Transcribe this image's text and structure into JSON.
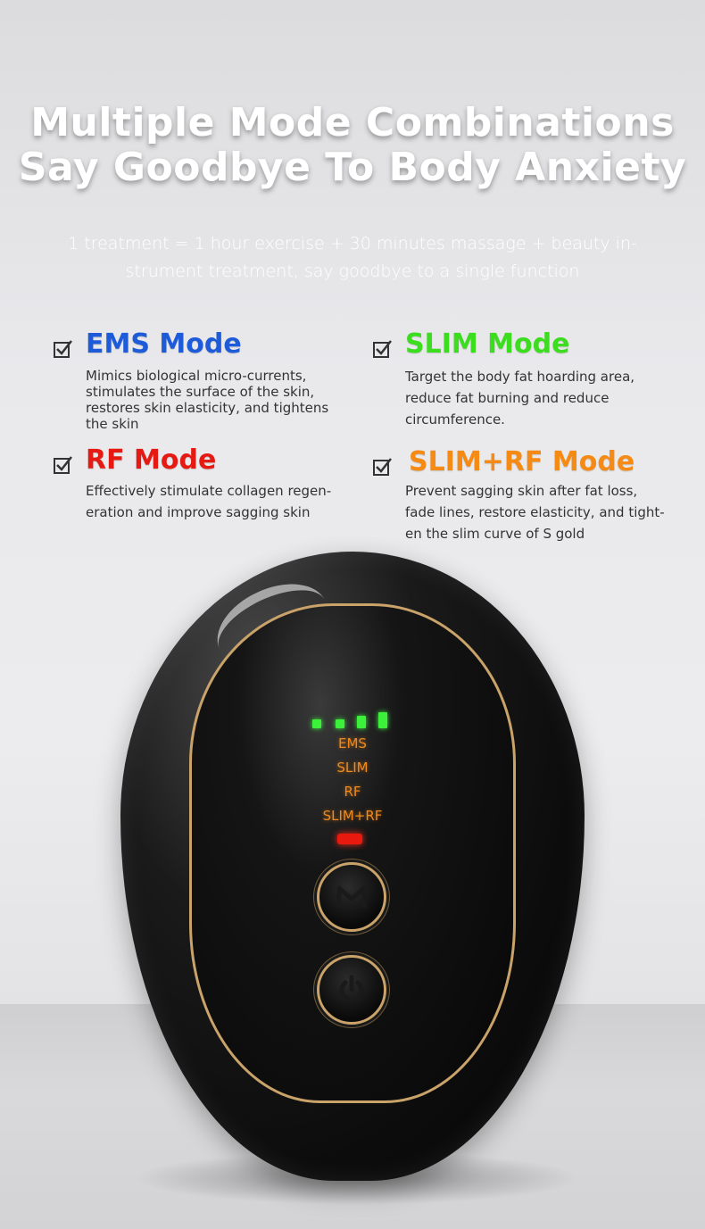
{
  "headline": {
    "line1": "Multiple Mode Combinations",
    "line2": "Say Goodbye To Body Anxiety"
  },
  "subtitle": {
    "line1": "1 treatment = 1 hour exercise + 30 minutes massage + beauty in-",
    "line2": "strument treatment, say goodbye to a single function"
  },
  "modes": [
    {
      "title": "EMS Mode",
      "color": "#1e5bd8",
      "desc": [
        "Mimics biological micro-currents,",
        "stimulates the surface of the skin,",
        "restores skin elasticity, and tightens",
        "the skin"
      ]
    },
    {
      "title": "SLIM Mode",
      "color": "#3cdc1e",
      "desc": [
        "Target the body fat hoarding area,",
        "reduce fat burning and reduce",
        "circumference."
      ]
    },
    {
      "title": "RF Mode",
      "color": "#e51a12",
      "desc": [
        "Effectively stimulate collagen regen-",
        "eration and improve sagging skin"
      ]
    },
    {
      "title": "SLIM+RF Mode",
      "color": "#f58a14",
      "desc": [
        "Prevent sagging skin after fat loss,",
        "fade lines, restore elasticity, and tight-",
        "en the slim curve of S gold"
      ]
    }
  ],
  "device": {
    "panel_labels": [
      "EMS",
      "SLIM",
      "RF",
      "SLIM+RF"
    ],
    "led_color": "#3cf03c",
    "label_color": "#f08a1c",
    "battery_color": "#e81a10",
    "mode_button_icon": "m-logo-icon",
    "power_button_icon": "power-icon"
  }
}
